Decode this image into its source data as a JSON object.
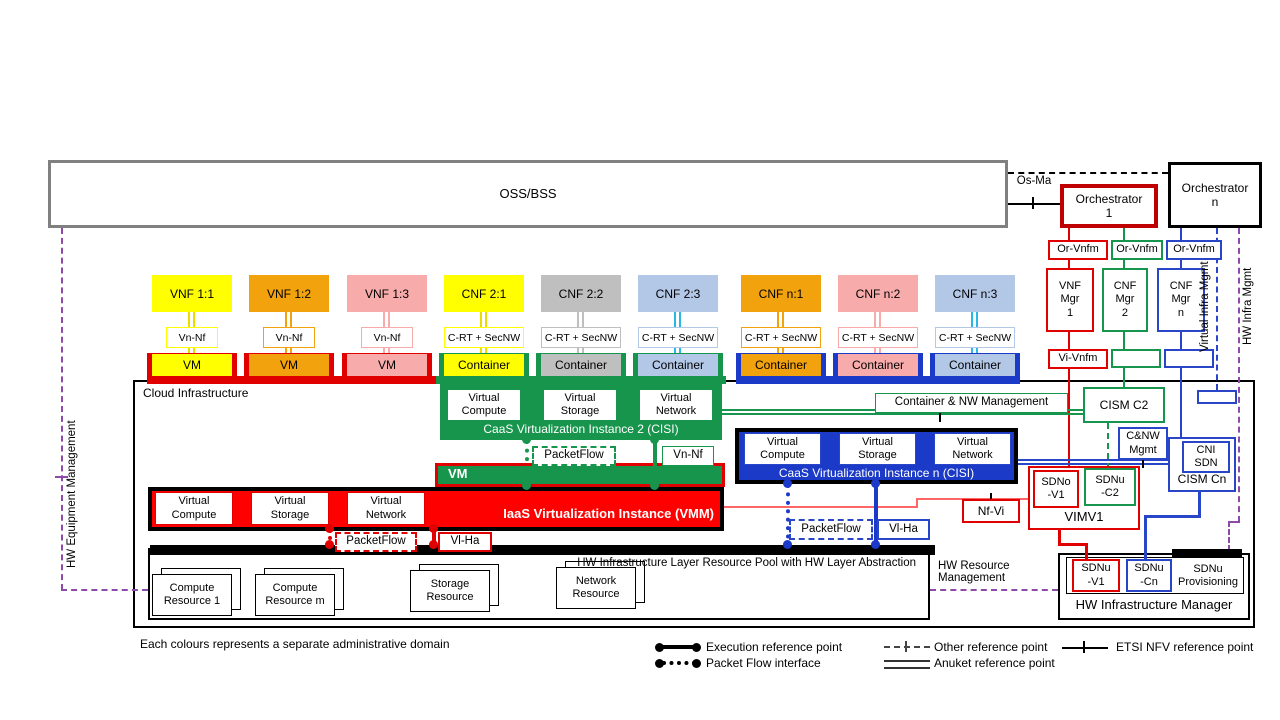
{
  "colors": {
    "red": "#E00000",
    "dark_red": "#C00000",
    "iaas_red": "#FF0000",
    "green": "#18954D",
    "blue": "#1C3AC8",
    "blue_border": "#2A46C8",
    "yellow": "#FFFF00",
    "yellow_line": "#E8DC00",
    "orange": "#F2A20C",
    "pink": "#F7ABAB",
    "light_blue": "#B3C7E6",
    "gray": "#BFBFBF",
    "cyan": "#29B8E8",
    "purple": "#8E4AA8",
    "oss_gray": "#808080",
    "black": "#000000"
  },
  "top": {
    "oss_bss": "OSS/BSS",
    "os_ma": "Os-Ma",
    "orch1": "Orchestrator\n1",
    "orchn": "Orchestrator\nn"
  },
  "mgmt": {
    "or_vnfm": [
      "Or-Vnfm",
      "Or-Vnfm",
      "Or-Vnfm"
    ],
    "mgrs": [
      "VNF\nMgr\n1",
      "CNF\nMgr\n2",
      "CNF\nMgr\nn"
    ],
    "vi_vnfm": "Vi-Vnfm",
    "virtual_infra_mgmt": "Virtual Infra Mgmt",
    "hw_infra_mgmt": "HW Infra Mgmt"
  },
  "columns": [
    {
      "app": "VNF 1:1",
      "ref": "Vn-Nf",
      "runtime": "VM",
      "fill": "#FFFF00",
      "line": "#E8DC00",
      "pedestal": "#E00000"
    },
    {
      "app": "VNF 1:2",
      "ref": "Vn-Nf",
      "runtime": "VM",
      "fill": "#F2A20C",
      "line": "#F2A20C",
      "pedestal": "#E00000"
    },
    {
      "app": "VNF 1:3",
      "ref": "Vn-Nf",
      "runtime": "VM",
      "fill": "#F7ABAB",
      "line": "#F7ABAB",
      "pedestal": "#E00000"
    },
    {
      "app": "CNF 2:1",
      "ref": "C-RT + SecNW",
      "runtime": "Container",
      "fill": "#FFFF00",
      "line": "#E8DC00",
      "pedestal": "#18954D"
    },
    {
      "app": "CNF 2:2",
      "ref": "C-RT + SecNW",
      "runtime": "Container",
      "fill": "#BFBFBF",
      "line": "#BFBFBF",
      "pedestal": "#18954D"
    },
    {
      "app": "CNF 2:3",
      "ref": "C-RT + SecNW",
      "runtime": "Container",
      "fill": "#B3C7E6",
      "line": "#29B8E8",
      "pedestal": "#18954D"
    },
    {
      "app": "CNF n:1",
      "ref": "C-RT + SecNW",
      "runtime": "Container",
      "fill": "#F2A20C",
      "line": "#F2A20C",
      "pedestal": "#1C3AC8"
    },
    {
      "app": "CNF n:2",
      "ref": "C-RT + SecNW",
      "runtime": "Container",
      "fill": "#F7ABAB",
      "line": "#F7ABAB",
      "pedestal": "#1C3AC8"
    },
    {
      "app": "CNF n:3",
      "ref": "C-RT + SecNW",
      "runtime": "Container",
      "fill": "#B3C7E6",
      "line": "#29B8E8",
      "pedestal": "#1C3AC8"
    }
  ],
  "cloud": {
    "title": "Cloud  Infrastructure",
    "caas2": {
      "compute": "Virtual\nCompute",
      "storage": "Virtual\nStorage",
      "network": "Virtual\nNetwork",
      "title": "CaaS Virtualization Instance 2 (CISI)"
    },
    "vm_bar": "VM",
    "iaas": {
      "compute": "Virtual\nCompute",
      "storage": "Virtual\nStorage",
      "network": "Virtual\nNetwork",
      "title": "IaaS Virtualization Instance (VMM)"
    },
    "caasn": {
      "compute": "Virtual\nCompute",
      "storage": "Virtual\nStorage",
      "network": "Virtual\nNetwork",
      "title": "CaaS Virtualization Instance n (CISI)"
    },
    "labels": {
      "packetflow": "PacketFlow",
      "vn_nf": "Vn-Nf",
      "vl_ha": "Vl-Ha",
      "nf_vi": "Nf-Vi",
      "container_nw": "Container & NW Management",
      "cism_c2": "CISM C2",
      "cnw_mgmt": "C&NW\nMgmt",
      "cni_sdn": "CNI\nSDN",
      "cism_cn": "CISM Cn",
      "sdno_v1": "SDNo\n-V1",
      "sdnu_c2": "SDNu\n-C2",
      "vim": "VIMV1"
    },
    "hw_pool": {
      "title": "HW Infrastructure Layer Resource Pool with HW Layer Abstraction",
      "resources": [
        "Compute\nResource 1",
        "Compute\nResource m",
        "Storage\nResource",
        "Network\nResource"
      ]
    },
    "hwim": {
      "sdnu_v1": "SDNu\n-V1",
      "sdnu_cn": "SDNu\n-Cn",
      "sdnu_prov": "SDNu\nProvisioning",
      "title": "HW Infrastructure Manager"
    }
  },
  "side": {
    "hw_equipment_mgmt": "HW Equipment Management",
    "hw_resource_mgmt": "HW Resource\nManagement"
  },
  "footer": {
    "note": "Each colours represents a separate administrative domain",
    "legend": [
      {
        "label": "Execution reference point"
      },
      {
        "label": "Packet Flow interface"
      },
      {
        "label": "Other reference point"
      },
      {
        "label": "Anuket reference point"
      },
      {
        "label": "ETSI NFV reference point"
      }
    ]
  }
}
